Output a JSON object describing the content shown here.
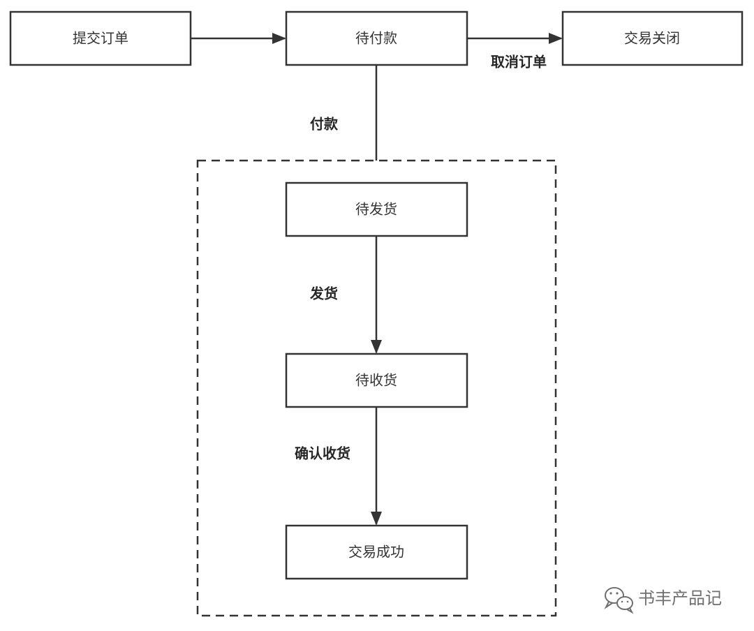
{
  "nodes": {
    "submit_order": "提交订单",
    "pending_payment": "待付款",
    "trade_closed": "交易关闭",
    "pending_shipment": "待发货",
    "pending_receipt": "待收货",
    "trade_success": "交易成功"
  },
  "edges": {
    "cancel_order": "取消订单",
    "pay": "付款",
    "ship": "发货",
    "confirm_receipt": "确认收货"
  },
  "watermark": {
    "text": "书丰产品记",
    "icon": "wechat-icon"
  },
  "colors": {
    "stroke": "#333333",
    "edge_label": "#262626",
    "watermark": "#6f6f6f"
  }
}
